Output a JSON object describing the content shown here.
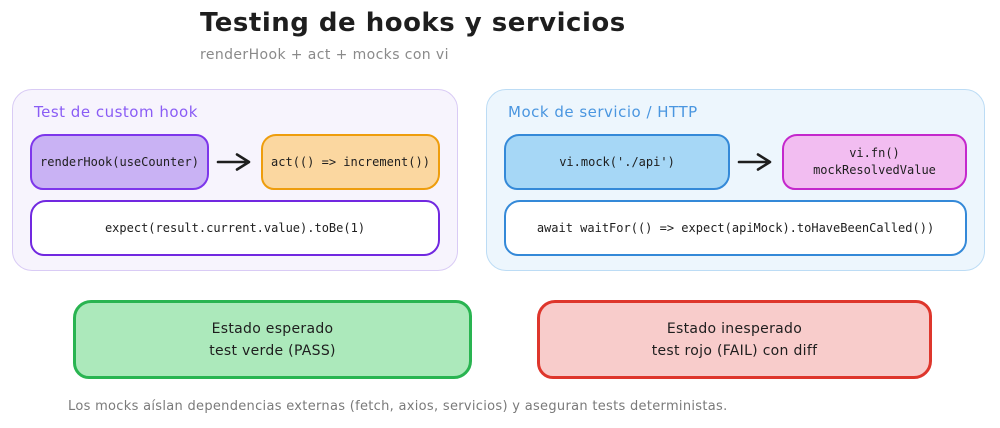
{
  "header": {
    "title": "Testing de hooks y servicios",
    "subtitle": "renderHook + act + mocks con vi"
  },
  "panels": {
    "hook": {
      "label": "Test de custom hook",
      "step1": "renderHook(useCounter)",
      "step2": "act(() => increment())",
      "assertion": "expect(result.current.value).toBe(1)"
    },
    "mock": {
      "label": "Mock de servicio / HTTP",
      "step1": "vi.mock('./api')",
      "step2_line1": "vi.fn()",
      "step2_line2": "mockResolvedValue",
      "assertion": "await waitFor(() => expect(apiMock).toHaveBeenCalled())"
    }
  },
  "results": {
    "pass": {
      "line1": "Estado esperado",
      "line2": "test verde (PASS)"
    },
    "fail": {
      "line1": "Estado inesperado",
      "line2": "test rojo (FAIL) con diff"
    }
  },
  "footer": {
    "note": "Los mocks aíslan dependencias externas (fetch, axios, servicios) y aseguran tests deterministas."
  },
  "colors": {
    "title": "#1e1e1e",
    "subtitle": "#8a8a8a",
    "hook_accent": "#8a5cf5",
    "hook_panel_bg": "#f7f4fd",
    "hook_panel_border": "#d9cbf5",
    "renderhook_bg": "#c9b2f4",
    "renderhook_border": "#7d36eb",
    "act_bg": "#fbd7a0",
    "act_border": "#ee9d0d",
    "hook_assertion_border": "#7128e0",
    "mock_accent": "#4a96e0",
    "mock_panel_bg": "#edf6fd",
    "mock_panel_border": "#bcdcf5",
    "vimock_bg": "#a6d7f6",
    "vimock_border": "#3489d8",
    "vifn_bg": "#f2bdf1",
    "vifn_border": "#c428cc",
    "pass_bg": "#ace9bb",
    "pass_border": "#29b451",
    "fail_bg": "#f8cccb",
    "fail_border": "#de362c",
    "arrow": "#1e1e1e",
    "footer_text": "#7a7a7a"
  }
}
